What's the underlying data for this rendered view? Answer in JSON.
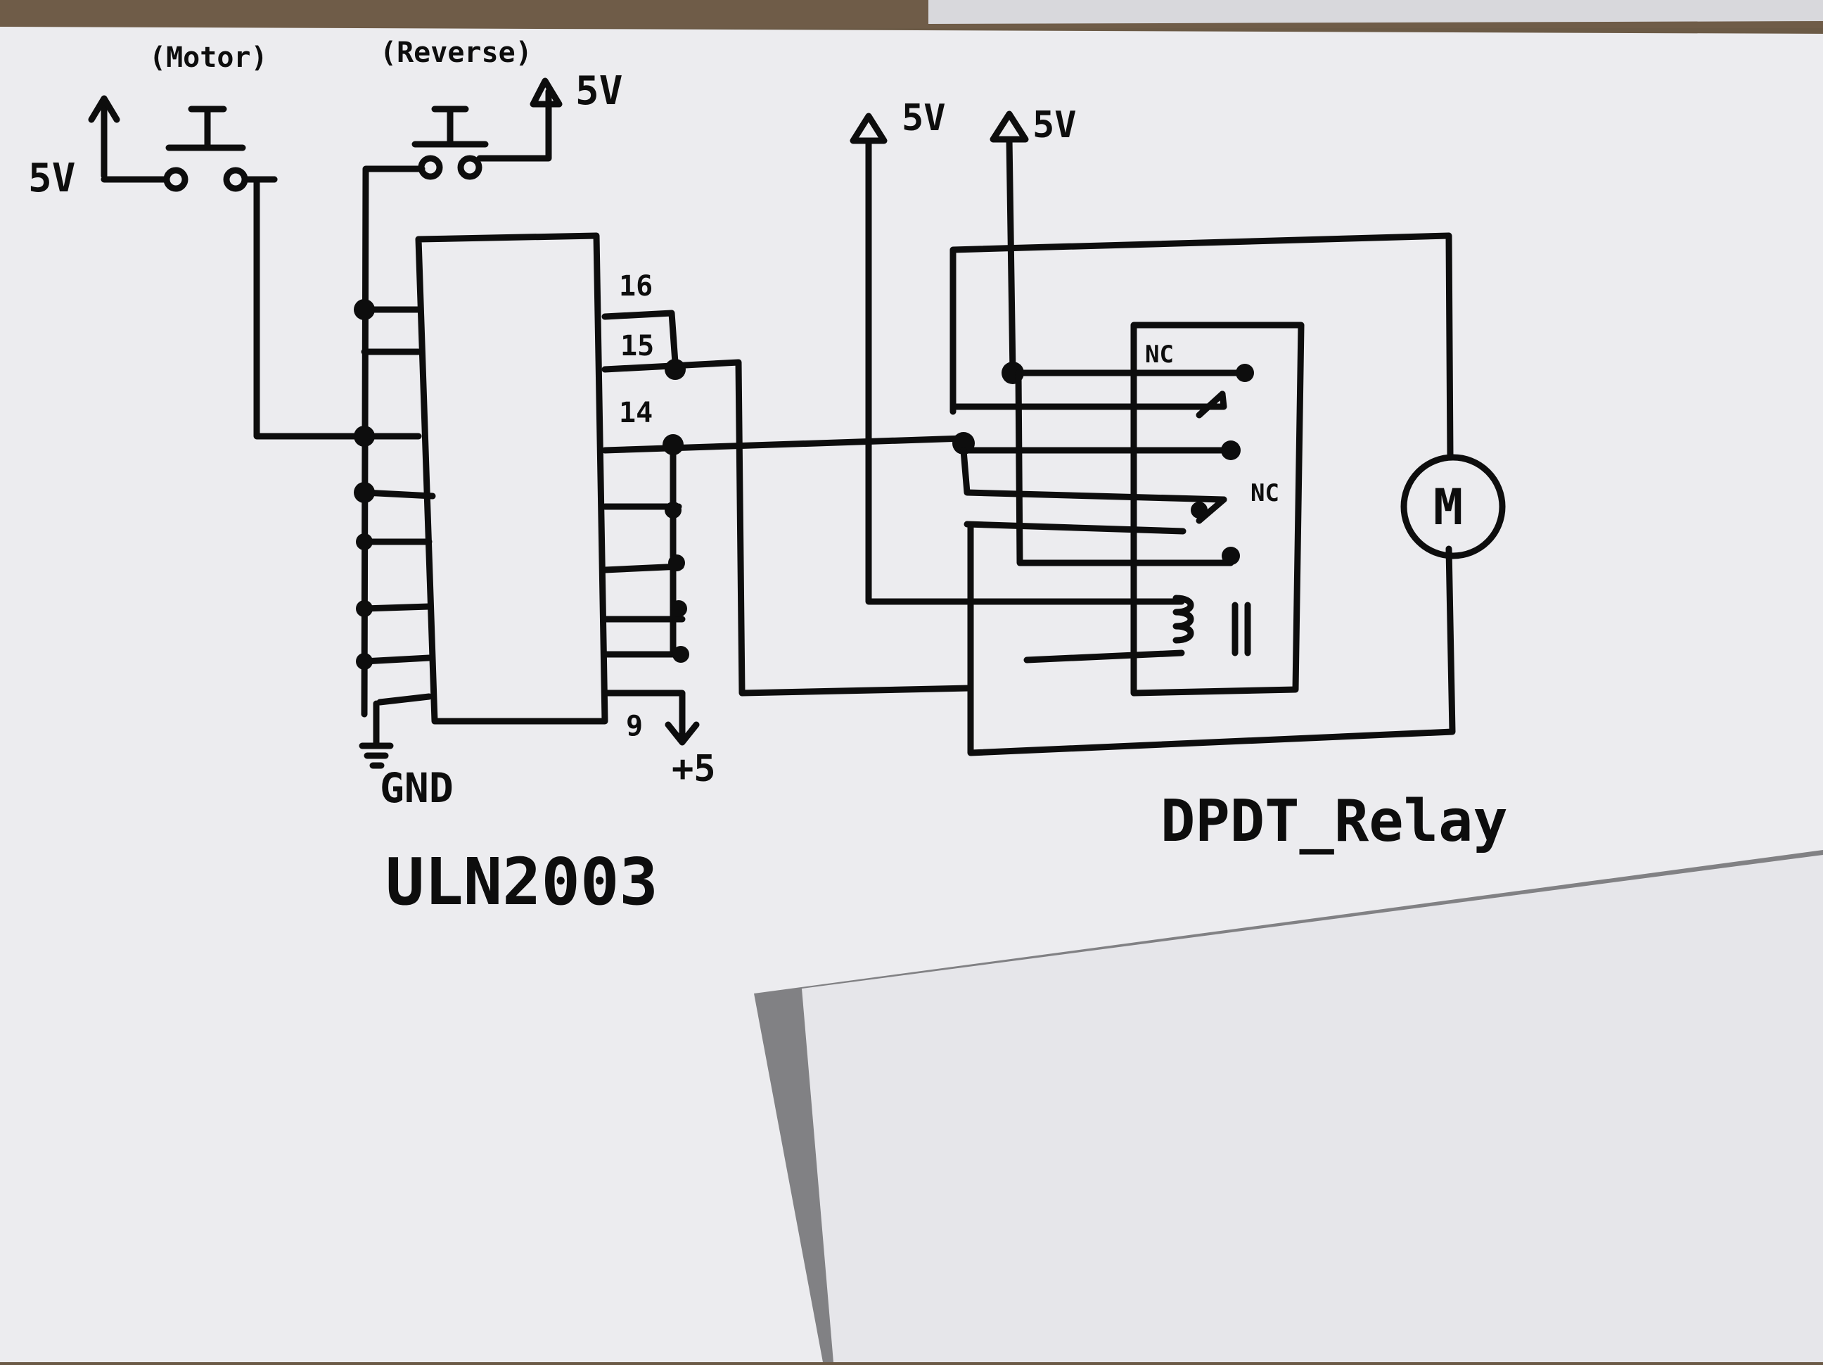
{
  "colors": {
    "ink": "#0d0d0d",
    "paper": "#eeeef0",
    "desk": "#6b5a46"
  },
  "diagram": {
    "buttons": {
      "left_label": "(Motor)",
      "right_label": "(Reverse)"
    },
    "supplies": {
      "left_button_5v": "5V",
      "right_button_5v": "5V",
      "relay_5v_a": "5V",
      "relay_5v_b": "5V"
    },
    "uln_pins": [
      "16",
      "15",
      "14"
    ],
    "pin9": "9",
    "plus5": "+5",
    "gnd": "GND",
    "chip_name": "ULN2003",
    "relay_nc_top": "NC",
    "relay_nc_mid": "NC",
    "motor": "M",
    "relay_name": "DPDT_Relay"
  }
}
